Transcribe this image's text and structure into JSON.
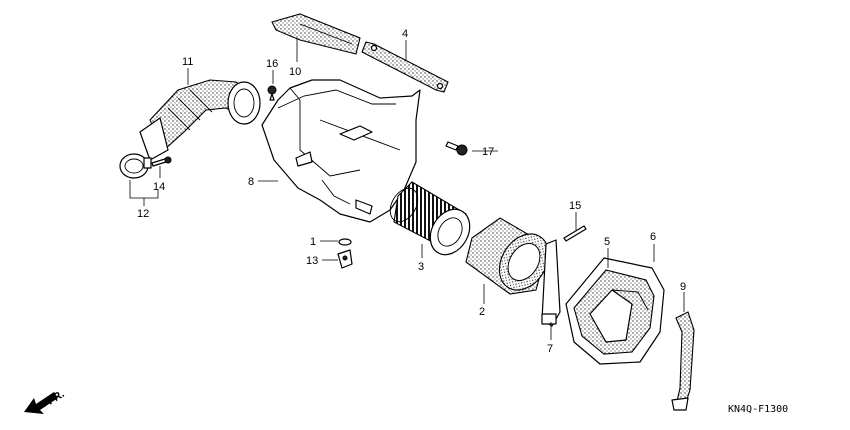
{
  "diagram": {
    "code": "KN4Q-F1300",
    "front_marker": "FR.",
    "callouts": [
      "1",
      "2",
      "3",
      "4",
      "5",
      "6",
      "7",
      "8",
      "9",
      "10",
      "11",
      "12",
      "13",
      "14",
      "15",
      "16",
      "17"
    ]
  }
}
